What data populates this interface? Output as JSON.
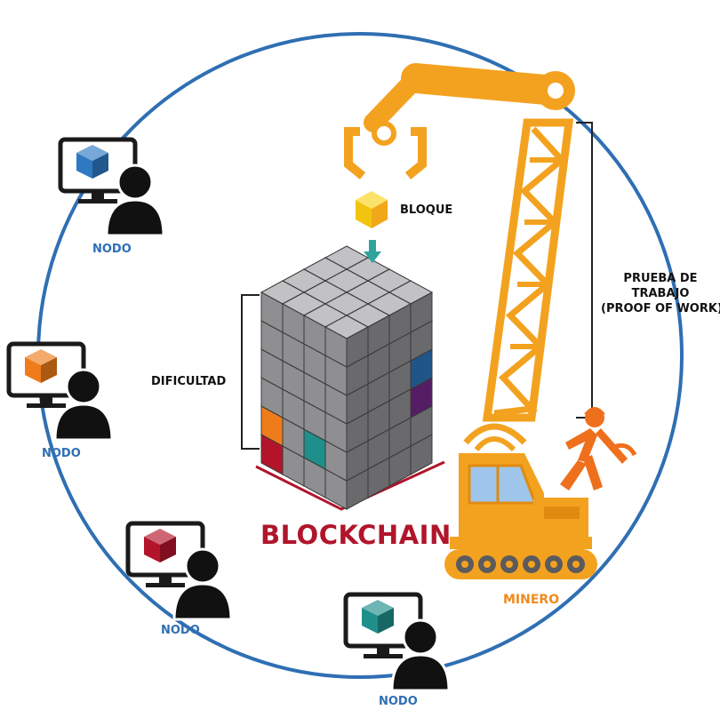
{
  "labels": {
    "node": "NODO",
    "block": "BLOQUE",
    "difficulty": "DIFICULTAD",
    "proof_of_work_line1": "PRUEBA DE",
    "proof_of_work_line2": "TRABAJO",
    "proof_of_work_line3": "(PROOF OF WORK)",
    "blockchain": "BLOCKCHAIN",
    "miner": "MINERO"
  },
  "nodes": [
    {
      "label": "NODO",
      "cube_color": "#2e79c2"
    },
    {
      "label": "NODO",
      "cube_color": "#ee7c1a"
    },
    {
      "label": "NODO",
      "cube_color": "#b3142a"
    },
    {
      "label": "NODO",
      "cube_color": "#1f8f8c"
    }
  ],
  "colors": {
    "ring": "#2f6fb3",
    "crane": "#f3a21f",
    "crane_dark": "#e08a10",
    "chain_text": "#b0152b",
    "cube_gray": "#7d7d80",
    "block_yellow": "#f7cf1e",
    "accent_blue": "#2e79c2",
    "accent_purple": "#7a2a8e",
    "accent_orange": "#ee7c1a",
    "accent_teal": "#1f8f8c",
    "accent_red": "#b3142a"
  }
}
